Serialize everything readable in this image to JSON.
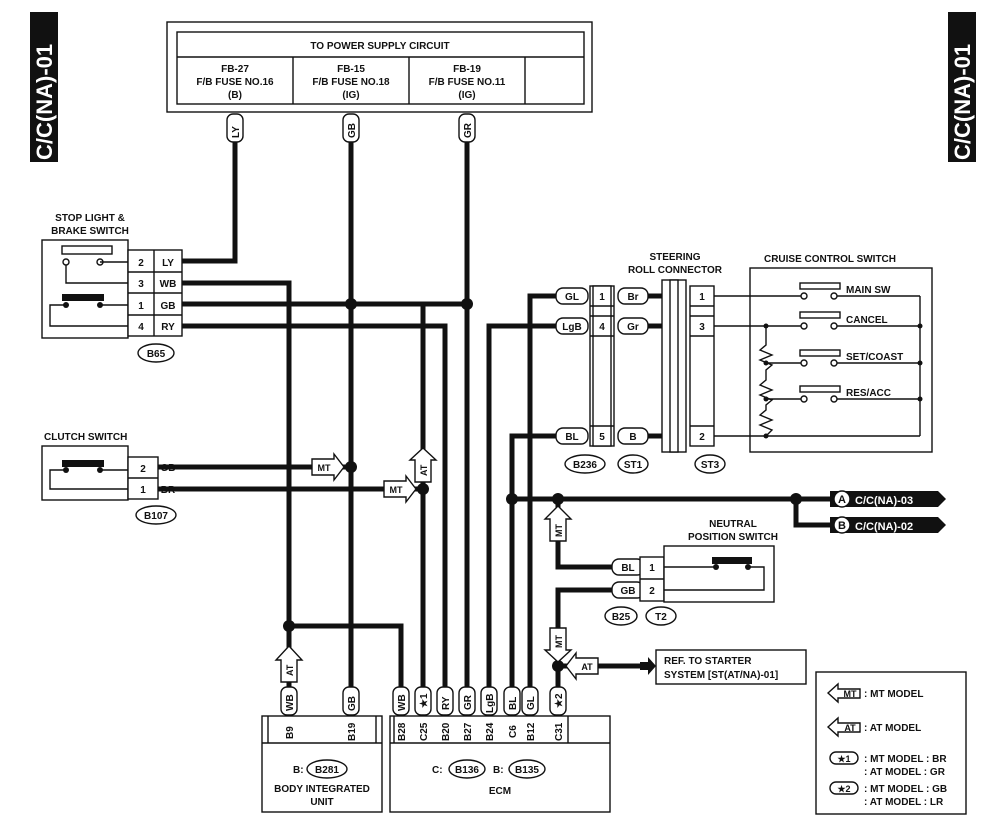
{
  "side_tab_label": "C/C(NA)-01",
  "power_supply": {
    "title": "TO POWER SUPPLY CIRCUIT",
    "fuses": [
      {
        "line1": "FB-27",
        "line2": "F/B FUSE NO.16",
        "line3": "(B)",
        "wire": "LY"
      },
      {
        "line1": "FB-15",
        "line2": "F/B FUSE NO.18",
        "line3": "(IG)",
        "wire": "GB"
      },
      {
        "line1": "FB-19",
        "line2": "F/B FUSE NO.11",
        "line3": "(IG)",
        "wire": "GR"
      }
    ]
  },
  "stop_light_switch": {
    "title_line1": "STOP LIGHT &",
    "title_line2": "BRAKE SWITCH",
    "connector": "B65",
    "pins": [
      {
        "pin": "2",
        "wire": "LY"
      },
      {
        "pin": "3",
        "wire": "WB"
      },
      {
        "pin": "1",
        "wire": "GB"
      },
      {
        "pin": "4",
        "wire": "RY"
      }
    ]
  },
  "clutch_switch": {
    "title": "CLUTCH SWITCH",
    "connector": "B107",
    "pins": [
      {
        "pin": "2",
        "wire": "GB"
      },
      {
        "pin": "1",
        "wire": "BR"
      }
    ]
  },
  "steering_roll_connector": {
    "title_line1": "STEERING",
    "title_line2": "ROLL CONNECTOR",
    "rows": [
      {
        "left_wire": "GL",
        "pin": "1",
        "right_wire": "Br"
      },
      {
        "left_wire": "LgB",
        "pin": "4",
        "right_wire": "Gr"
      },
      {
        "left_wire": "BL",
        "pin": "5",
        "right_wire": "B"
      }
    ],
    "connectors": [
      "B236",
      "ST1",
      "ST3"
    ]
  },
  "cruise_control_switch": {
    "title": "CRUISE CONTROL SWITCH",
    "pins": [
      "1",
      "3",
      "2"
    ],
    "switches": [
      "MAIN SW",
      "CANCEL",
      "SET/COAST",
      "RES/ACC"
    ]
  },
  "neutral_position_switch": {
    "title_line1": "NEUTRAL",
    "title_line2": "POSITION SWITCH",
    "pins": [
      {
        "pin": "1",
        "wire": "BL"
      },
      {
        "pin": "2",
        "wire": "GB"
      }
    ],
    "connectors": [
      "B25",
      "T2"
    ]
  },
  "references": [
    {
      "letter": "A",
      "label": "C/C(NA)-03"
    },
    {
      "letter": "B",
      "label": "C/C(NA)-02"
    }
  ],
  "starter_ref": {
    "line1": "REF. TO STARTER",
    "line2": "SYSTEM [ST(AT/NA)-01]"
  },
  "model_markers": {
    "mt": "MT",
    "at": "AT"
  },
  "body_integrated_unit": {
    "connector_prefix": "B:",
    "connector": "B281",
    "name_line1": "BODY INTEGRATED",
    "name_line2": "UNIT",
    "terminals": [
      {
        "pin": "B9",
        "wire": "WB"
      },
      {
        "pin": "B19",
        "wire": "GB"
      }
    ]
  },
  "ecm": {
    "name": "ECM",
    "connectors": [
      {
        "prefix": "C:",
        "code": "B136"
      },
      {
        "prefix": "B:",
        "code": "B135"
      }
    ],
    "terminals": [
      {
        "pin": "B28",
        "wire": "WB"
      },
      {
        "pin": "C25",
        "wire": "★1"
      },
      {
        "pin": "B20",
        "wire": "RY"
      },
      {
        "pin": "B27",
        "wire": "GR"
      },
      {
        "pin": "B24",
        "wire": "LgB"
      },
      {
        "pin": "C6",
        "wire": "BL"
      },
      {
        "pin": "B12",
        "wire": "GL"
      },
      {
        "pin": "C31",
        "wire": "★2"
      }
    ]
  },
  "legend": {
    "mt_label": "MT",
    "mt_text": ": MT MODEL",
    "at_label": "AT",
    "at_text": ": AT MODEL",
    "star1_label": "★1",
    "star1_line1": ": MT MODEL : BR",
    "star1_line2": ": AT MODEL : GR",
    "star2_label": "★2",
    "star2_line1": ": MT MODEL : GB",
    "star2_line2": ": AT MODEL : LR"
  }
}
